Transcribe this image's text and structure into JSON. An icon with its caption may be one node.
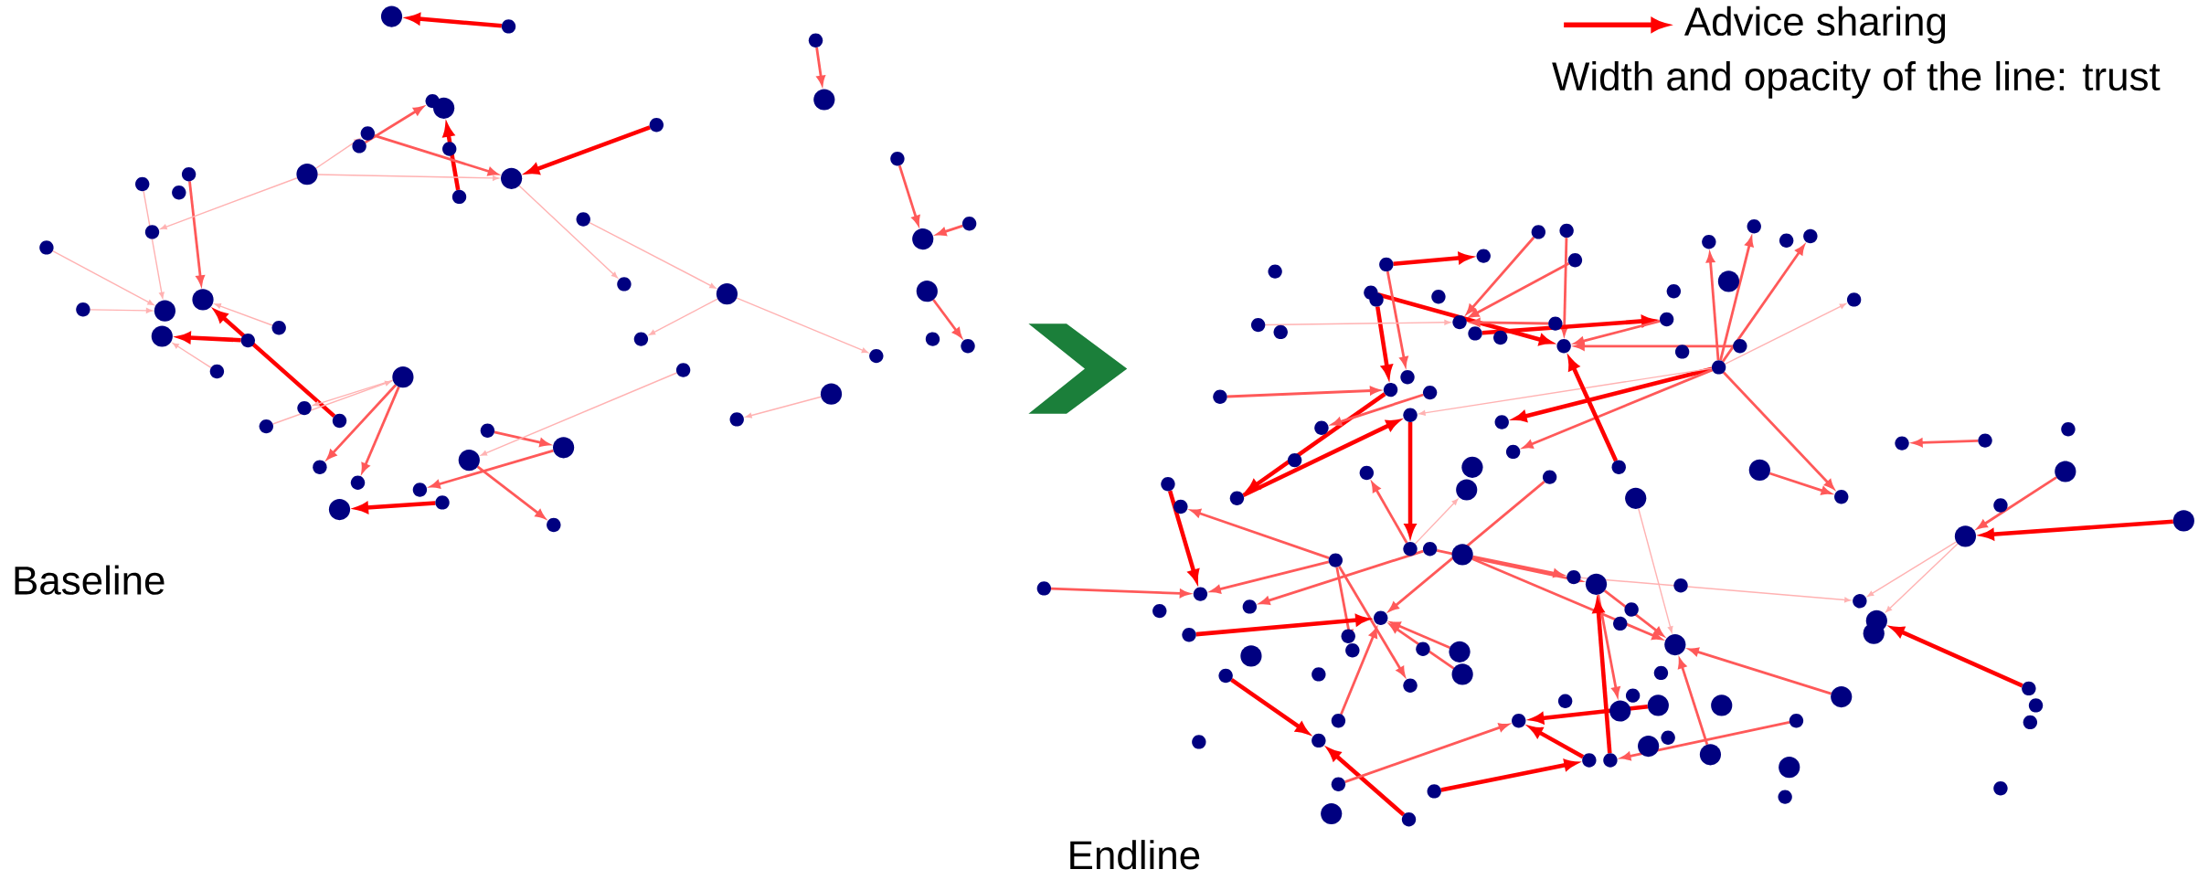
{
  "diagram": {
    "nodes": [
      {
        "text": [],
        "shape": "network",
        "beside": [
          "Baseline"
        ]
      },
      {
        "text": [],
        "shape": "network",
        "beside": [
          "Endline"
        ]
      }
    ],
    "edges": [
      {
        "from": 0,
        "to": 1,
        "arrow": "to",
        "color": "#1b7f3a"
      }
    ],
    "labels": [
      "Width and opacity of the line: trust"
    ],
    "legend": [
      {
        "text": "Advice sharing"
      }
    ]
  }
}
